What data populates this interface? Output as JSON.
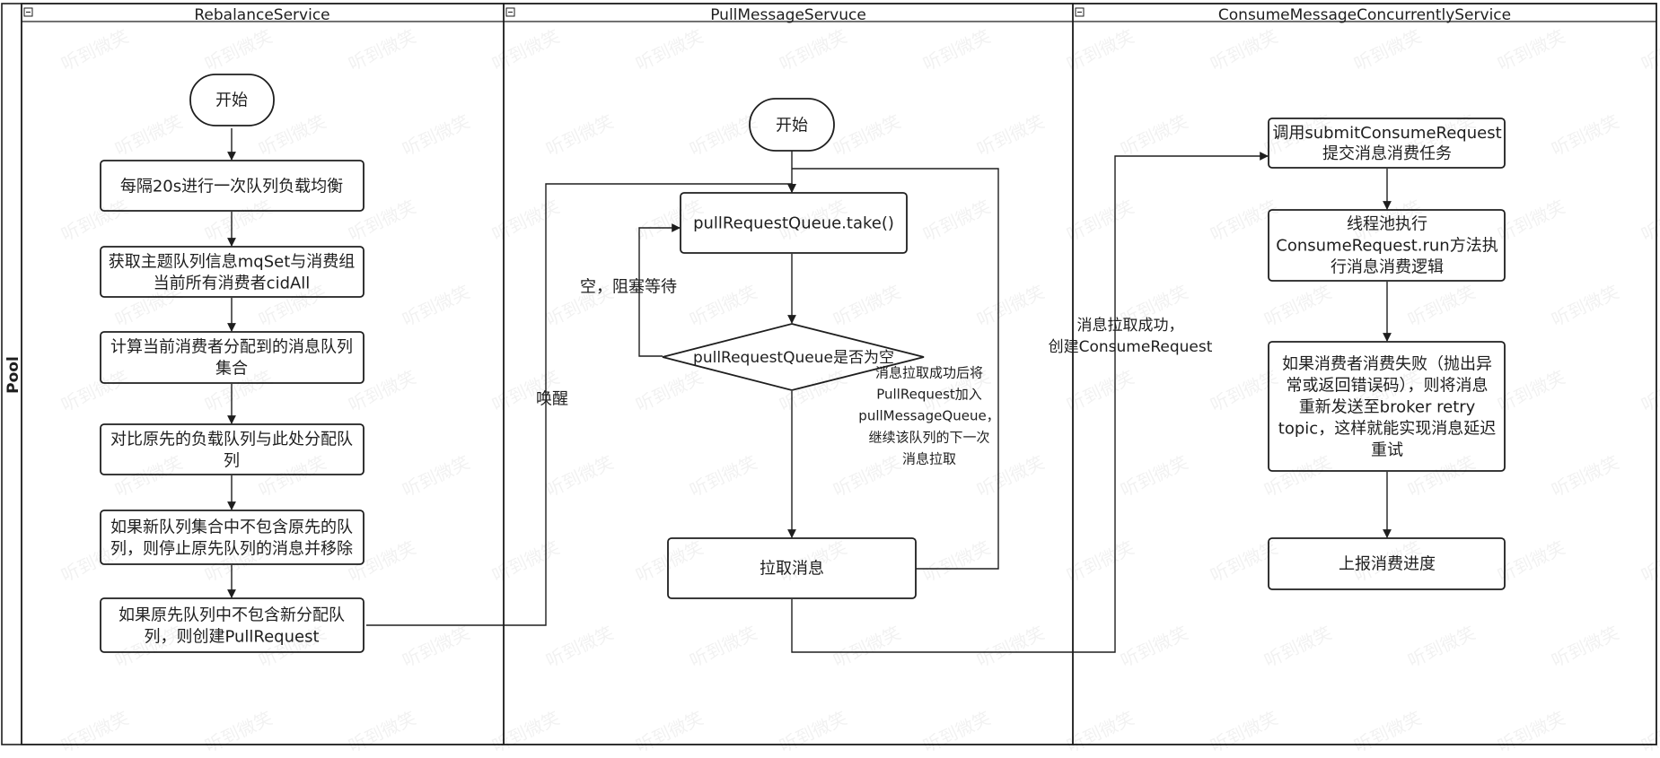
{
  "pool": {
    "label": "Pool",
    "lanes": [
      {
        "title": "RebalanceService"
      },
      {
        "title": "PullMessageServuce"
      },
      {
        "title": "ConsumeMessageConcurrentlyService"
      }
    ]
  },
  "nodes": {
    "rb_start": [
      "开始"
    ],
    "rb_1": [
      "每隔20s进行一次队列负载均衡"
    ],
    "rb_2": [
      "获取主题队列信息mqSet与消费组",
      "当前所有消费者cidAll"
    ],
    "rb_3": [
      "计算当前消费者分配到的消息队列",
      "集合"
    ],
    "rb_4": [
      "对比原先的负载队列与此处分配队",
      "列"
    ],
    "rb_5": [
      "如果新队列集合中不包含原先的队",
      "列，则停止原先队列的消息并移除"
    ],
    "rb_6": [
      "如果原先队列中不包含新分配队",
      "列，则创建PullRequest"
    ],
    "pm_start": [
      "开始"
    ],
    "pm_take": [
      "pullRequestQueue.take()"
    ],
    "pm_decision": [
      "pullRequestQueue是否为空"
    ],
    "pm_pull": [
      "拉取消息"
    ],
    "cm_1": [
      "调用submitConsumeRequest",
      "提交消息消费任务"
    ],
    "cm_2": [
      "线程池执行",
      "ConsumeRequest.run方法执",
      "行消息消费逻辑"
    ],
    "cm_3": [
      "如果消费者消费失败（抛出异",
      "常或返回错误码），则将消息",
      "重新发送至broker retry",
      "topic，这样就能实现消息延迟",
      "重试"
    ],
    "cm_4": [
      "上报消费进度"
    ]
  },
  "edge_labels": {
    "wake": [
      "唤醒"
    ],
    "empty_wait": [
      "空，阻塞等待"
    ],
    "requeue": [
      "消息拉取成功后将",
      "PullRequest加入",
      "pullMessageQueue，",
      "继续该队列的下一次",
      "消息拉取"
    ],
    "pull_success": [
      "消息拉取成功，",
      "创建ConsumeRequest"
    ]
  },
  "watermark": "听到微笑",
  "colors": {
    "stroke": "#1e1e1e",
    "background": "#ffffff"
  }
}
